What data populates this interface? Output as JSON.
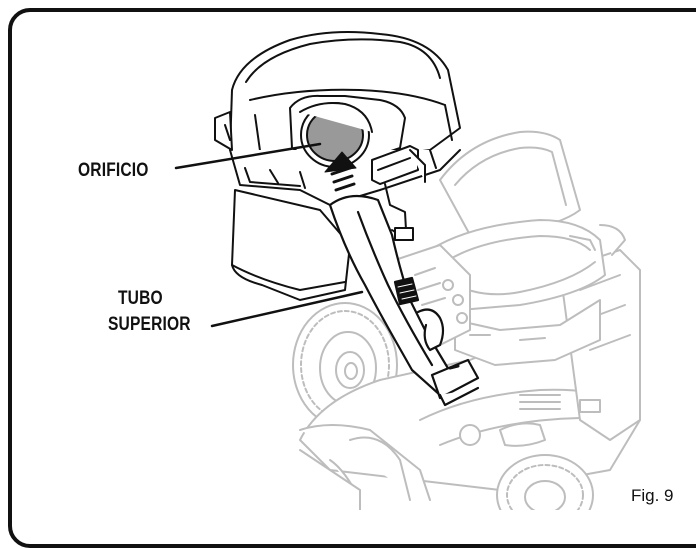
{
  "labels": {
    "orificio": "ORIFICIO",
    "tubo": "TUBO",
    "superior": "SUPERIOR"
  },
  "figure": {
    "caption": "Fig. 9"
  }
}
